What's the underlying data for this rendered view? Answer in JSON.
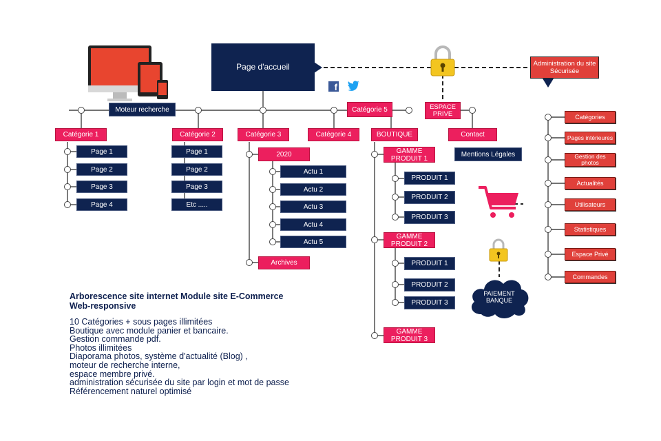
{
  "home": {
    "label": "Page d'accueil"
  },
  "search": {
    "label": "Moteur recherche"
  },
  "admin": {
    "title": "Administration du site\nSécurisée",
    "items": [
      "Catégories",
      "Pages intérieures",
      "Gestion des\nphotos",
      "Actualités",
      "Utilisateurs",
      "Statistiques",
      "Espace Privé",
      "Commandes"
    ]
  },
  "categories": {
    "cat1": "Catégorie 1",
    "cat2": "Catégorie 2",
    "cat3": "Catégorie 3",
    "cat4": "Catégorie 4",
    "cat5": "Catégorie 5",
    "boutique": "BOUTIQUE",
    "contact": "Contact",
    "espace_prive": "ESPACE\nPRIVE"
  },
  "cat1_pages": [
    "Page 1",
    "Page 2",
    "Page 3",
    "Page 4"
  ],
  "cat2_pages": [
    "Page 1",
    "Page 2",
    "Page 3",
    "Etc ....."
  ],
  "cat3": {
    "year": "2020",
    "news": [
      "Actu 1",
      "Actu 2",
      "Actu 3",
      "Actu 4",
      "Actu 5"
    ],
    "archives": "Archives"
  },
  "shop": {
    "gamme1": "GAMME\nPRODUIT 1",
    "gamme2": "GAMME\nPRODUIT 2",
    "gamme3": "GAMME\nPRODUIT 3",
    "products1": [
      "PRODUIT 1",
      "PRODUIT 2",
      "PRODUIT 3"
    ],
    "products2": [
      "PRODUIT 1",
      "PRODUIT 2",
      "PRODUIT 3"
    ]
  },
  "legal": "Mentions Légales",
  "payment": "PAIEMENT\nBANQUE",
  "colors": {
    "pink": "#ec1f5e",
    "navy": "#0f2350",
    "red": "#e0403a",
    "lock": "#f3c520",
    "cart": "#ec1f5e"
  },
  "icons": [
    "devices-icon",
    "facebook-icon",
    "twitter-icon",
    "lock-icon",
    "cart-icon",
    "cloud-icon"
  ],
  "description": {
    "title": "Arborescence site internet  Module site E-Commerce\nWeb-responsive",
    "lines": [
      "10 Catégories + sous pages illimitées",
      "Boutique avec module panier et bancaire.",
      "Gestion commande pdf.",
      "Photos illimitées",
      "Diaporama photos, système d'actualité  (Blog) ,",
      "moteur de recherche interne,",
      "espace membre privé.",
      "administration sécurisée du site par login et mot de passe",
      "Référencement naturel optimisé"
    ]
  }
}
